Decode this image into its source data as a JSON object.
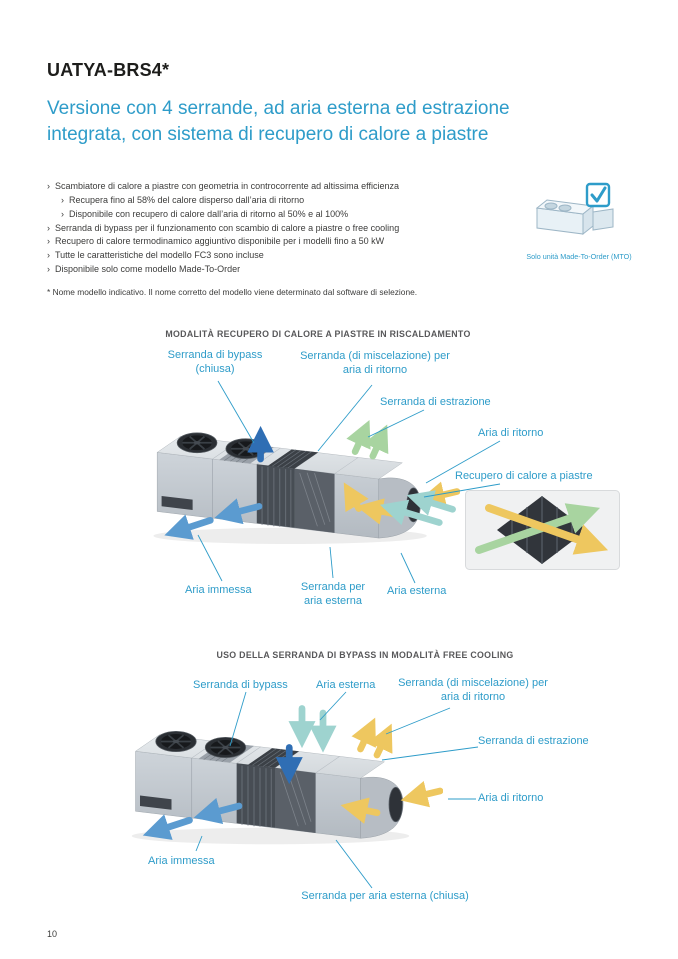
{
  "page": {
    "number": "10"
  },
  "header": {
    "title": "UATYA-BRS4*",
    "subtitle": "Versione con 4 serrande, ad aria esterna ed estrazione integrata, con sistema di recupero di calore a piastre"
  },
  "features": {
    "bullet": "›",
    "items": [
      {
        "level": 1,
        "text": "Scambiatore di calore a piastre con geometria in controcorrente ad altissima efficienza"
      },
      {
        "level": 2,
        "text": "Recupera fino al 58% del calore disperso dall’aria di ritorno"
      },
      {
        "level": 2,
        "text": "Disponibile con recupero di calore dall’aria di ritorno al 50% e al 100%"
      },
      {
        "level": 1,
        "text": "Serranda di bypass per il funzionamento con scambio di calore a piastre o free cooling"
      },
      {
        "level": 1,
        "text": "Recupero di calore termodinamico aggiuntivo disponibile per i modelli fino a 50 kW"
      },
      {
        "level": 1,
        "text": "Tutte le caratteristiche del modello FC3 sono incluse"
      },
      {
        "level": 1,
        "text": "Disponibile solo come modello Made-To-Order"
      }
    ],
    "footnote": "* Nome modello indicativo. Il nome corretto del modello viene determinato dal software di selezione."
  },
  "mto": {
    "caption": "Solo unità Made-To-Order (MTO)"
  },
  "diagram1": {
    "title": "MODALITÀ RECUPERO DI CALORE A PIASTRE IN RISCALDAMENTO",
    "labels": {
      "bypass": "Serranda di bypass (chiusa)",
      "mix": "Serranda (di miscelazione) per aria di ritorno",
      "extract": "Serranda di estrazione",
      "return_air": "Aria di ritorno",
      "recovery": "Recupero di calore a piastre",
      "supply_air": "Aria immessa",
      "external_damper": "Serranda per aria esterna",
      "external_air": "Aria esterna"
    }
  },
  "diagram2": {
    "title": "USO DELLA SERRANDA DI BYPASS IN MODALITÀ FREE COOLING",
    "labels": {
      "bypass": "Serranda di bypass",
      "external_air": "Aria esterna",
      "mix": "Serranda (di miscelazione) per aria di ritorno",
      "extract": "Serranda di estrazione",
      "return_air": "Aria di ritorno",
      "supply_air": "Aria immessa",
      "external_damper": "Serranda per aria esterna (chiusa)"
    }
  },
  "colors": {
    "accent": "#2e9cc9",
    "title": "#1d1d1b",
    "body": "#3c3c3b",
    "diagram_title": "#58585a",
    "arrow_teal": "#9ed3cf",
    "arrow_yellow": "#eec75f",
    "arrow_green": "#a8d4a0",
    "arrow_blue": "#2f6eb4",
    "arrow_blue2": "#5b9bd0"
  }
}
